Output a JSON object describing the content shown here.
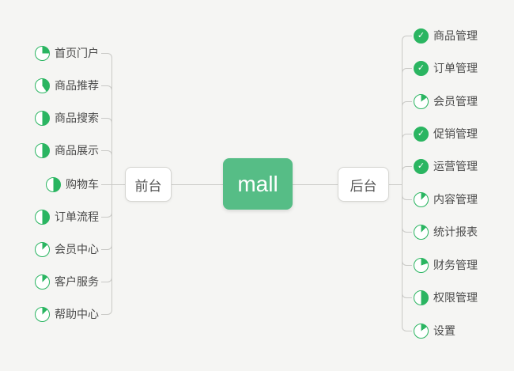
{
  "colors": {
    "background": "#f5f5f3",
    "icon_green": "#2ab561",
    "root_green": "#56bd86",
    "line_gray": "#c9c9c6",
    "text_gray": "#4a4a4a"
  },
  "root": {
    "label": "mall"
  },
  "branches": [
    {
      "label": "前台",
      "side": "left",
      "items": [
        {
          "label": "首页门户",
          "progress": 25
        },
        {
          "label": "商品推荐",
          "progress": 40
        },
        {
          "label": "商品搜索",
          "progress": 50
        },
        {
          "label": "商品展示",
          "progress": 50
        },
        {
          "label": "购物车",
          "progress": 50
        },
        {
          "label": "订单流程",
          "progress": 50
        },
        {
          "label": "会员中心",
          "progress": 13
        },
        {
          "label": "客户服务",
          "progress": 13
        },
        {
          "label": "帮助中心",
          "progress": 13
        }
      ]
    },
    {
      "label": "后台",
      "side": "right",
      "items": [
        {
          "label": "商品管理",
          "progress": 100
        },
        {
          "label": "订单管理",
          "progress": 100
        },
        {
          "label": "会员管理",
          "progress": 15
        },
        {
          "label": "促销管理",
          "progress": 100
        },
        {
          "label": "运营管理",
          "progress": 100
        },
        {
          "label": "内容管理",
          "progress": 13
        },
        {
          "label": "统计报表",
          "progress": 13
        },
        {
          "label": "财务管理",
          "progress": 20
        },
        {
          "label": "权限管理",
          "progress": 50
        },
        {
          "label": "设置",
          "progress": 15
        }
      ]
    }
  ]
}
